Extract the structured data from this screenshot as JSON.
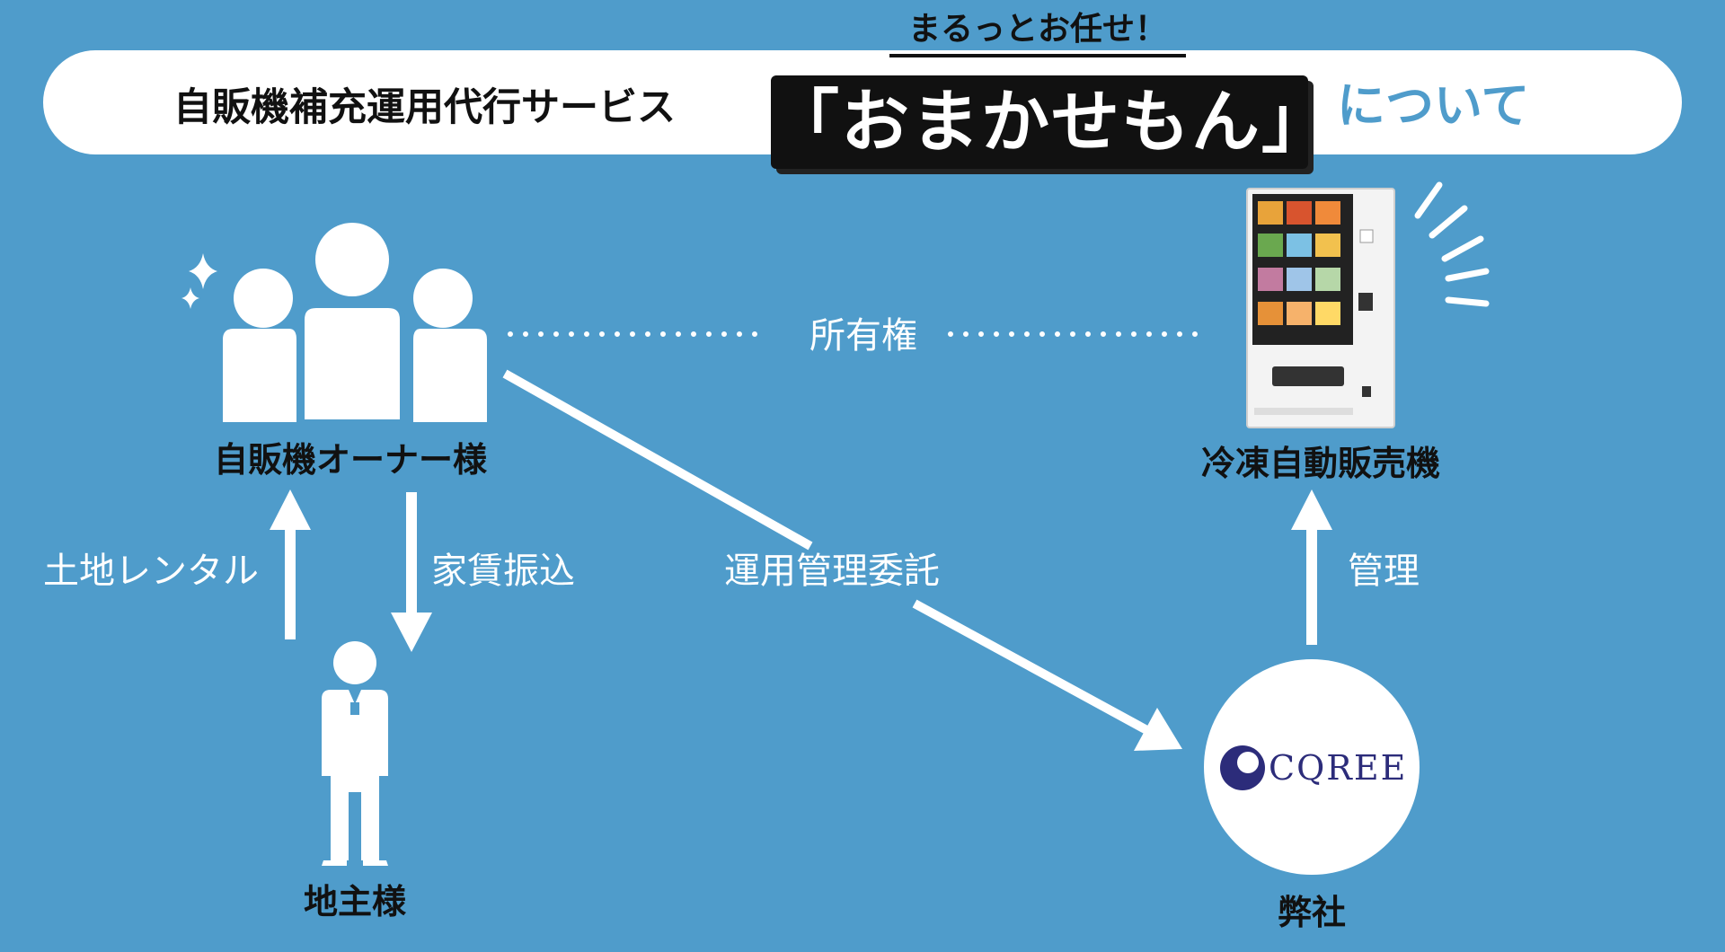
{
  "header": {
    "subtitle": "自販機補充運用代行サービス",
    "name": "「おまかせもん」",
    "catchphrase": "まるっとお任せ！",
    "about": "について"
  },
  "nodes": {
    "owner": "自販機オーナー様",
    "vending_machine": "冷凍自動販売機",
    "landowner": "地主様",
    "company": "弊社",
    "company_logo_text": "CQREE"
  },
  "edges": {
    "ownership": "所有権",
    "land_rental": "土地レンタル",
    "rent_transfer": "家賃振込",
    "operation_delegation": "運用管理委託",
    "management": "管理"
  },
  "colors": {
    "background": "#4f9ccb",
    "accent": "#ffffff",
    "text_dark": "#111111",
    "logo": "#2c2c7a"
  },
  "icons": [
    "sparkle-icon",
    "group-icon",
    "person-suit-icon",
    "vending-machine-icon",
    "attention-lines-icon",
    "cqree-logo-icon"
  ]
}
